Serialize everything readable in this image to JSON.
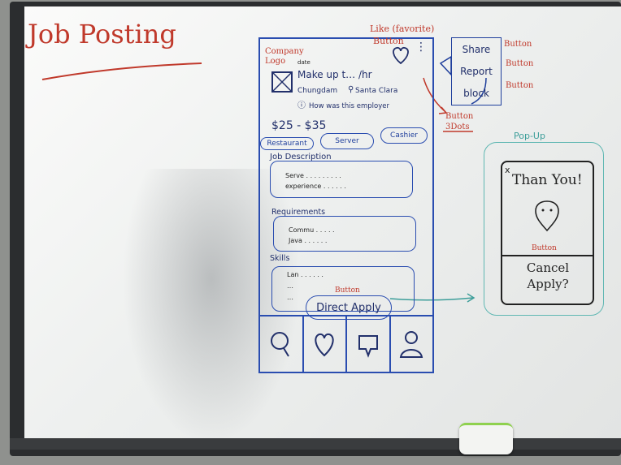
{
  "title": "Job Posting",
  "phone": {
    "company_logo_label": "Company Logo",
    "date": "date",
    "job_line": "Make up t… /hr",
    "location_left": "Chungdam",
    "location_right": "Santa Clara",
    "employer_question": "How was this employer",
    "salary": "$25 - $35",
    "chips": [
      "Restaurant",
      "Server",
      "Cashier"
    ],
    "job_description_title": "Job Description",
    "job_description_lines": [
      "Serve . . . . . . . . .",
      "experience . . . . . ."
    ],
    "requirements_title": "Requirements",
    "requirements_lines": [
      "Commu . . . . .",
      "Java . . . . . ."
    ],
    "skills_title": "Skills",
    "skills_lines": [
      "Lan . . . . . .",
      "…",
      "…"
    ],
    "direct_apply": "Direct Apply",
    "direct_apply_note": "Button",
    "tabs": [
      "search-icon",
      "heart-icon",
      "chat-icon",
      "profile-icon"
    ]
  },
  "annotations": {
    "like": "Like (favorite)",
    "like_button": "Button",
    "three_dots": "Button 3Dots"
  },
  "menu": {
    "items": [
      "Share",
      "Report",
      "block"
    ],
    "item_note": "Button"
  },
  "popup": {
    "label": "Pop-Up",
    "close": "x",
    "message": "Than You!",
    "button_note": "Button",
    "cancel": "Cancel Apply?"
  },
  "colors": {
    "red_marker": "#c0392b",
    "blue_marker": "#1f3f9c",
    "teal_marker": "#3d9e9a",
    "black_marker": "#222222"
  }
}
